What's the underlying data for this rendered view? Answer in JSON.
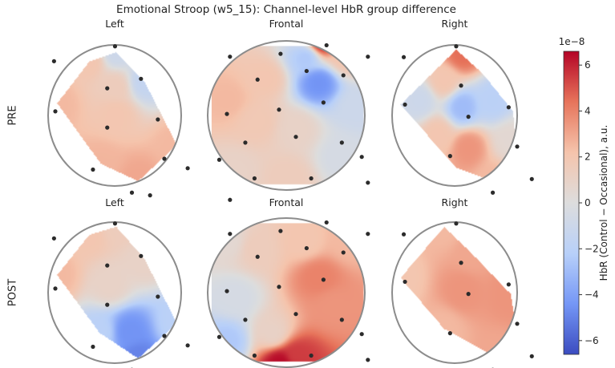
{
  "chart_data": {
    "type": "heatmap",
    "title": "Emotional Stroop (w5_15): Channel-level HbR group difference",
    "row_labels": [
      "PRE",
      "POST"
    ],
    "column_labels": [
      "Left",
      "Frontal",
      "Right"
    ],
    "colorbar": {
      "label": "HbR (Control − Occasional), a.u.",
      "scale_label": "1e−8",
      "range": [
        -6.6,
        6.6
      ],
      "ticks": [
        "6",
        "4",
        "2",
        "0",
        "−2",
        "−4",
        "−6"
      ],
      "tick_values": [
        6,
        4,
        2,
        0,
        -2,
        -4,
        -6
      ],
      "colormap": "coolwarm",
      "colors": [
        "#3b4cc0",
        "#7597f6",
        "#b8d0f9",
        "#dddddd",
        "#f5c4ac",
        "#e7745b",
        "#b40426"
      ]
    },
    "panels": [
      {
        "row": "PRE",
        "region": "Left",
        "outline": [
          [
            0.5,
            0.04
          ],
          [
            0.72,
            0.26
          ],
          [
            0.97,
            0.73
          ],
          [
            0.67,
            1.0
          ],
          [
            0.38,
            0.87
          ],
          [
            0.04,
            0.42
          ],
          [
            0.29,
            0.11
          ]
        ],
        "sources": [
          [
            0.5,
            0.04,
            -1.0
          ],
          [
            0.72,
            0.26,
            -1.5
          ],
          [
            0.97,
            0.73,
            2.5
          ],
          [
            0.67,
            1.0,
            3.0
          ],
          [
            0.38,
            0.87,
            2.6
          ],
          [
            0.04,
            0.42,
            2.5
          ],
          [
            0.29,
            0.11,
            2.0
          ],
          [
            0.5,
            0.5,
            2.0
          ],
          [
            0.49,
            0.3,
            1.5
          ]
        ],
        "channels": [
          [
            0.02,
            0.11
          ],
          [
            0.49,
            0.0
          ],
          [
            0.43,
            0.31
          ],
          [
            0.69,
            0.24
          ],
          [
            0.03,
            0.48
          ],
          [
            0.82,
            0.54
          ],
          [
            0.43,
            0.6
          ],
          [
            0.87,
            0.83
          ],
          [
            0.32,
            0.91
          ],
          [
            0.62,
            1.08
          ],
          [
            1.05,
            0.9
          ],
          [
            0.76,
            1.1
          ]
        ]
      },
      {
        "row": "PRE",
        "region": "Frontal",
        "outline": [
          [
            0.12,
            0.02
          ],
          [
            0.9,
            0.02
          ],
          [
            1.0,
            0.2
          ],
          [
            1.0,
            0.82
          ],
          [
            0.95,
            1.0
          ],
          [
            0.08,
            1.0
          ],
          [
            0.0,
            0.85
          ],
          [
            0.0,
            0.18
          ]
        ],
        "sources": [
          [
            0.7,
            0.28,
            -4.5
          ],
          [
            0.62,
            0.1,
            -2.5
          ],
          [
            0.88,
            0.1,
            2.0
          ],
          [
            0.72,
            0.0,
            6.0
          ],
          [
            0.1,
            0.4,
            2.5
          ],
          [
            0.3,
            0.55,
            1.8
          ],
          [
            0.55,
            0.6,
            1.0
          ],
          [
            0.85,
            0.8,
            -0.5
          ],
          [
            0.5,
            0.95,
            1.5
          ],
          [
            0.15,
            0.9,
            1.0
          ],
          [
            0.95,
            0.45,
            -1.0
          ],
          [
            0.35,
            0.25,
            2.0
          ]
        ],
        "channels": [
          [
            0.12,
            0.1
          ],
          [
            0.45,
            0.08
          ],
          [
            0.75,
            0.02
          ],
          [
            1.02,
            0.1
          ],
          [
            0.3,
            0.26
          ],
          [
            0.62,
            0.2
          ],
          [
            0.86,
            0.23
          ],
          [
            0.1,
            0.5
          ],
          [
            0.44,
            0.47
          ],
          [
            0.73,
            0.42
          ],
          [
            0.22,
            0.7
          ],
          [
            0.55,
            0.66
          ],
          [
            0.85,
            0.7
          ],
          [
            0.05,
            0.82
          ],
          [
            0.98,
            0.8
          ],
          [
            0.28,
            0.95
          ],
          [
            0.65,
            0.95
          ],
          [
            1.02,
            0.98
          ],
          [
            0.12,
            1.1
          ]
        ]
      },
      {
        "row": "PRE",
        "region": "Right",
        "outline": [
          [
            0.5,
            0.02
          ],
          [
            0.72,
            0.2
          ],
          [
            0.97,
            0.48
          ],
          [
            1.0,
            0.78
          ],
          [
            0.8,
            1.0
          ],
          [
            0.5,
            0.9
          ],
          [
            0.04,
            0.43
          ]
        ],
        "sources": [
          [
            0.55,
            0.05,
            4.5
          ],
          [
            0.4,
            0.25,
            2.0
          ],
          [
            0.2,
            0.4,
            -1.0
          ],
          [
            0.55,
            0.45,
            -3.0
          ],
          [
            0.8,
            0.4,
            -2.0
          ],
          [
            0.95,
            0.7,
            0.5
          ],
          [
            0.6,
            0.75,
            3.5
          ],
          [
            0.8,
            1.0,
            2.5
          ],
          [
            0.35,
            0.65,
            2.0
          ]
        ],
        "channels": [
          [
            0.07,
            0.08
          ],
          [
            0.5,
            0.0
          ],
          [
            0.54,
            0.29
          ],
          [
            0.93,
            0.45
          ],
          [
            0.6,
            0.52
          ],
          [
            0.08,
            0.43
          ],
          [
            1.0,
            0.74
          ],
          [
            0.45,
            0.81
          ],
          [
            0.8,
            1.08
          ],
          [
            1.12,
            0.98
          ]
        ]
      },
      {
        "row": "POST",
        "region": "Left",
        "outline": [
          [
            0.5,
            0.02
          ],
          [
            0.72,
            0.26
          ],
          [
            0.97,
            0.74
          ],
          [
            0.67,
            1.0
          ],
          [
            0.37,
            0.81
          ],
          [
            0.04,
            0.38
          ],
          [
            0.29,
            0.08
          ]
        ],
        "sources": [
          [
            0.5,
            0.02,
            1.5
          ],
          [
            0.72,
            0.26,
            1.0
          ],
          [
            0.97,
            0.74,
            -2.0
          ],
          [
            0.67,
            1.0,
            -5.0
          ],
          [
            0.37,
            0.81,
            -2.0
          ],
          [
            0.04,
            0.38,
            2.5
          ],
          [
            0.29,
            0.08,
            2.0
          ],
          [
            0.45,
            0.45,
            1.0
          ],
          [
            0.6,
            0.8,
            -4.5
          ]
        ],
        "channels": [
          [
            0.02,
            0.11
          ],
          [
            0.49,
            0.0
          ],
          [
            0.43,
            0.31
          ],
          [
            0.69,
            0.24
          ],
          [
            0.03,
            0.48
          ],
          [
            0.82,
            0.54
          ],
          [
            0.43,
            0.6
          ],
          [
            0.87,
            0.83
          ],
          [
            0.32,
            0.91
          ],
          [
            0.62,
            1.08
          ],
          [
            1.05,
            0.9
          ],
          [
            0.76,
            1.1
          ]
        ]
      },
      {
        "row": "POST",
        "region": "Frontal",
        "outline": [
          [
            0.12,
            0.02
          ],
          [
            0.9,
            0.02
          ],
          [
            1.0,
            0.2
          ],
          [
            1.0,
            0.82
          ],
          [
            0.95,
            1.0
          ],
          [
            0.08,
            1.0
          ],
          [
            0.0,
            0.85
          ],
          [
            0.0,
            0.18
          ]
        ],
        "sources": [
          [
            0.1,
            0.15,
            0.5
          ],
          [
            0.3,
            0.2,
            1.5
          ],
          [
            0.15,
            0.55,
            -0.5
          ],
          [
            0.1,
            0.85,
            -2.5
          ],
          [
            0.4,
            0.8,
            1.0
          ],
          [
            0.7,
            0.4,
            4.0
          ],
          [
            0.8,
            0.6,
            3.5
          ],
          [
            0.55,
            0.95,
            5.5
          ],
          [
            0.45,
            1.0,
            6.5
          ],
          [
            0.9,
            0.15,
            2.5
          ],
          [
            0.6,
            0.15,
            2.0
          ]
        ],
        "channels": [
          [
            0.12,
            0.1
          ],
          [
            0.45,
            0.08
          ],
          [
            0.75,
            0.02
          ],
          [
            1.02,
            0.1
          ],
          [
            0.3,
            0.26
          ],
          [
            0.62,
            0.2
          ],
          [
            0.86,
            0.23
          ],
          [
            0.1,
            0.5
          ],
          [
            0.44,
            0.47
          ],
          [
            0.73,
            0.42
          ],
          [
            0.22,
            0.7
          ],
          [
            0.55,
            0.66
          ],
          [
            0.85,
            0.7
          ],
          [
            0.05,
            0.82
          ],
          [
            0.98,
            0.8
          ],
          [
            0.28,
            0.95
          ],
          [
            0.65,
            0.95
          ],
          [
            1.02,
            0.98
          ],
          [
            0.12,
            1.1
          ]
        ]
      },
      {
        "row": "POST",
        "region": "Right",
        "outline": [
          [
            0.4,
            0.02
          ],
          [
            0.63,
            0.22
          ],
          [
            0.95,
            0.52
          ],
          [
            1.0,
            0.78
          ],
          [
            0.85,
            1.0
          ],
          [
            0.4,
            0.78
          ],
          [
            0.04,
            0.4
          ]
        ],
        "sources": [
          [
            0.4,
            0.02,
            2.5
          ],
          [
            0.63,
            0.22,
            3.0
          ],
          [
            0.95,
            0.52,
            3.5
          ],
          [
            0.85,
            1.0,
            3.0
          ],
          [
            0.4,
            0.78,
            2.5
          ],
          [
            0.04,
            0.4,
            2.0
          ],
          [
            0.55,
            0.5,
            3.5
          ]
        ],
        "channels": [
          [
            0.07,
            0.08
          ],
          [
            0.5,
            0.0
          ],
          [
            0.54,
            0.29
          ],
          [
            0.93,
            0.45
          ],
          [
            0.6,
            0.52
          ],
          [
            0.08,
            0.43
          ],
          [
            1.0,
            0.74
          ],
          [
            0.45,
            0.81
          ],
          [
            0.8,
            1.08
          ],
          [
            1.12,
            0.98
          ]
        ]
      }
    ]
  }
}
